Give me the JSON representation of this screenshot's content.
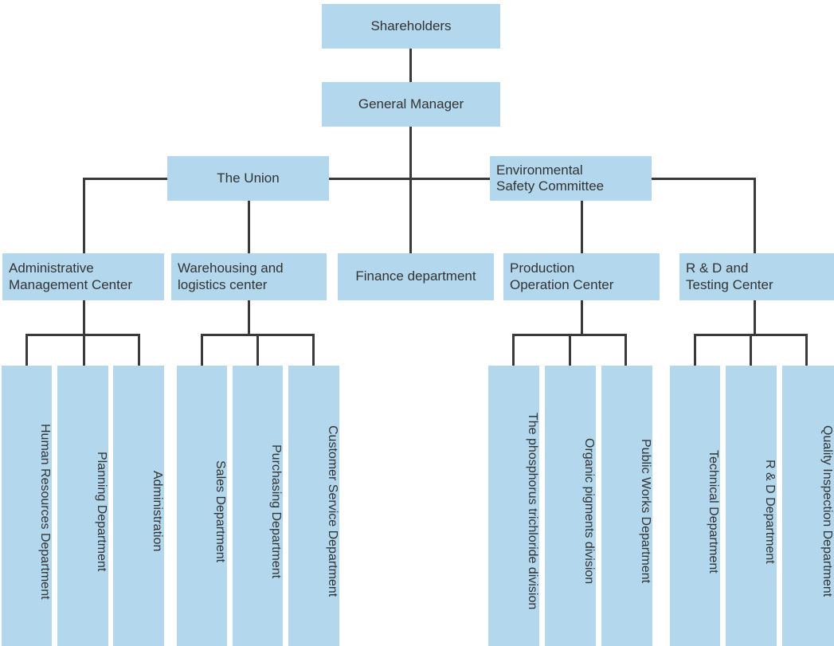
{
  "chart": {
    "type": "org-chart",
    "title": "Company Organizational Structure",
    "colors": {
      "node_fill": "#b3d7ec",
      "connector": "#3a3a3a",
      "text": "#333333",
      "background": "#ffffff"
    },
    "levels": [
      {
        "level": 1,
        "nodes": [
          {
            "id": "shareholders",
            "label": "Shareholders",
            "orientation": "horizontal"
          }
        ]
      },
      {
        "level": 2,
        "nodes": [
          {
            "id": "general-manager",
            "label": "General Manager",
            "orientation": "horizontal"
          }
        ]
      },
      {
        "level": 3,
        "nodes": [
          {
            "id": "the-union",
            "label": "The Union",
            "orientation": "horizontal"
          },
          {
            "id": "environmental-safety-committee",
            "label": "Environmental\nSafety Committee",
            "orientation": "horizontal"
          }
        ]
      },
      {
        "level": 4,
        "nodes": [
          {
            "id": "administrative-management-center",
            "label": "Administrative\nManagement Center",
            "orientation": "horizontal"
          },
          {
            "id": "warehousing-and-logistics-center",
            "label": "Warehousing and\nlogistics center",
            "orientation": "horizontal"
          },
          {
            "id": "finance-department",
            "label": "Finance department",
            "orientation": "horizontal"
          },
          {
            "id": "production-operation-center",
            "label": "Production\nOperation Center",
            "orientation": "horizontal"
          },
          {
            "id": "rd-and-testing-center",
            "label": "R & D and\nTesting Center",
            "orientation": "horizontal"
          }
        ]
      },
      {
        "level": 5,
        "nodes": [
          {
            "id": "human-resources-department",
            "label": "Human Resources Department",
            "orientation": "vertical",
            "parent": "administrative-management-center"
          },
          {
            "id": "planning-department",
            "label": "Planning Department",
            "orientation": "vertical",
            "parent": "administrative-management-center"
          },
          {
            "id": "administration",
            "label": "Administration",
            "orientation": "vertical",
            "parent": "administrative-management-center"
          },
          {
            "id": "sales-department",
            "label": "Sales Department",
            "orientation": "vertical",
            "parent": "warehousing-and-logistics-center"
          },
          {
            "id": "purchasing-department",
            "label": "Purchasing Department",
            "orientation": "vertical",
            "parent": "warehousing-and-logistics-center"
          },
          {
            "id": "customer-service-department",
            "label": "Customer Service Department",
            "orientation": "vertical",
            "parent": "warehousing-and-logistics-center"
          },
          {
            "id": "phosphorus-trichloride-division",
            "label": "The phosphorus trichloride division",
            "orientation": "vertical",
            "parent": "production-operation-center"
          },
          {
            "id": "organic-pigments-division",
            "label": "Organic pigments division",
            "orientation": "vertical",
            "parent": "production-operation-center"
          },
          {
            "id": "public-works-department",
            "label": "Public Works Department",
            "orientation": "vertical",
            "parent": "production-operation-center"
          },
          {
            "id": "technical-department",
            "label": "Technical Department",
            "orientation": "vertical",
            "parent": "rd-and-testing-center"
          },
          {
            "id": "rd-department",
            "label": "R & D Department",
            "orientation": "vertical",
            "parent": "rd-and-testing-center"
          },
          {
            "id": "quality-inspection-department",
            "label": "Quality Inspection Department",
            "orientation": "vertical",
            "parent": "rd-and-testing-center"
          }
        ]
      }
    ],
    "nodes": {
      "shareholders": "Shareholders",
      "general_manager": "General Manager",
      "the_union": "The Union",
      "environmental_safety_committee": "Environmental\nSafety Committee",
      "administrative_management_center": "Administrative\nManagement Center",
      "warehousing_and_logistics_center": "Warehousing and\nlogistics center",
      "finance_department": "Finance department",
      "production_operation_center": "Production\nOperation Center",
      "rd_and_testing_center": "R & D and\nTesting Center",
      "human_resources_department": "Human Resources Department",
      "planning_department": "Planning Department",
      "administration": "Administration",
      "sales_department": "Sales Department",
      "purchasing_department": "Purchasing Department",
      "customer_service_department": "Customer Service Department",
      "phosphorus_trichloride_division": "The phosphorus trichloride division",
      "organic_pigments_division": "Organic pigments division",
      "public_works_department": "Public Works Department",
      "technical_department": "Technical Department",
      "rd_department": "R & D Department",
      "quality_inspection_department": "Quality Inspection Department"
    }
  }
}
